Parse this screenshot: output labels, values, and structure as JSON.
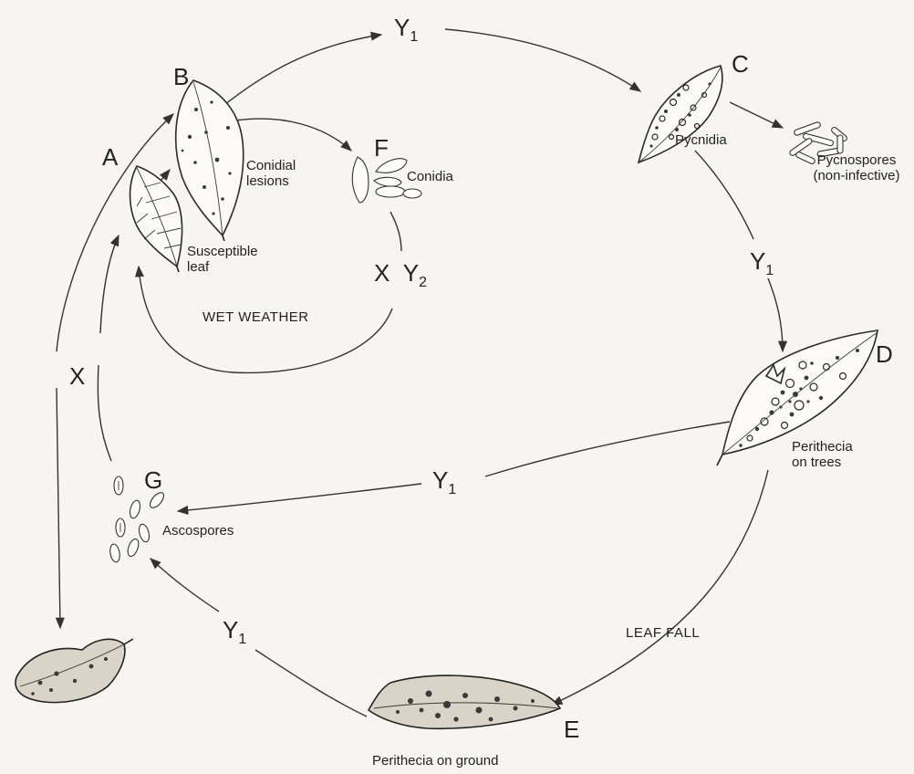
{
  "stages": {
    "a": "A",
    "b": "B",
    "c": "C",
    "d": "D",
    "e": "E",
    "f": "F",
    "g": "G"
  },
  "captions": {
    "conidial_lesions_1": "Conidial",
    "conidial_lesions_2": "lesions",
    "conidia": "Conidia",
    "susceptible_leaf_1": "Susceptible",
    "susceptible_leaf_2": "leaf",
    "pycnidia": "Pycnidia",
    "pycnospores_1": "Pycnospores",
    "pycnospores_2": "(non-infective)",
    "perithecia_trees_1": "Perithecia",
    "perithecia_trees_2": "on trees",
    "ascospores": "Ascospores",
    "perithecia_ground": "Perithecia on ground"
  },
  "flow_labels": {
    "y": "Y",
    "x": "X",
    "sub_1": "1",
    "sub_2": "2",
    "wet_weather": "WET WEATHER",
    "leaf_fall": "LEAF FALL"
  }
}
